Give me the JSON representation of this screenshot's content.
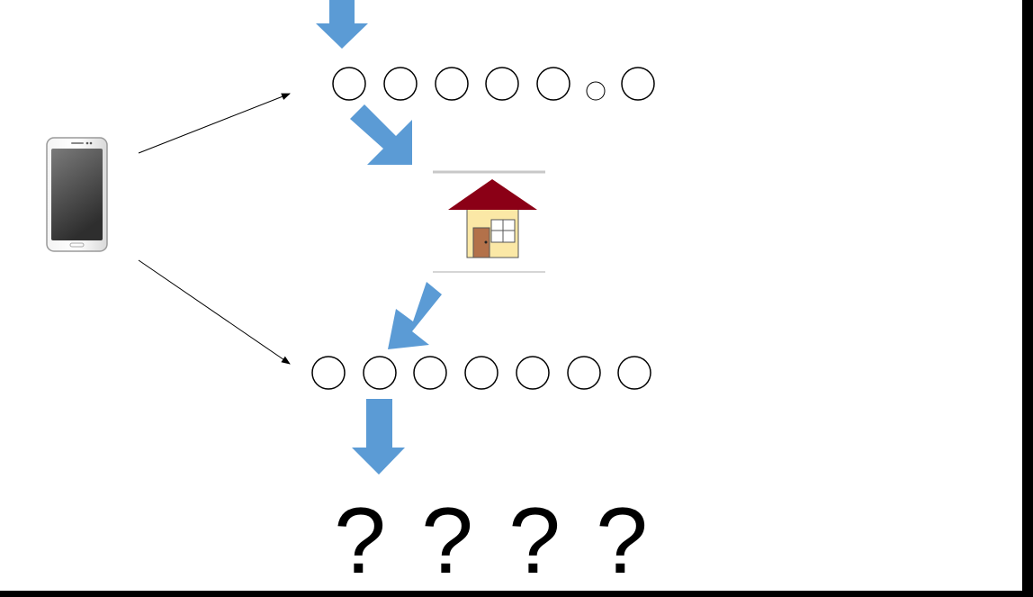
{
  "colors": {
    "background": "#ffffff",
    "frame": "#000000",
    "arrow_fill": "#5b9bd5",
    "circle_stroke": "#000000",
    "roof": "#8b0016",
    "house_wall": "#fbe8a6",
    "door": "#b3714a",
    "divider": "#c8c8c8"
  },
  "icons": {
    "device": "smartphone-icon",
    "destination": "house-icon"
  },
  "rows": {
    "top": {
      "circles": 7,
      "small_circle_index": 5
    },
    "bottom": {
      "circles": 7
    }
  },
  "question_marks": [
    "?",
    "?",
    "?",
    "?"
  ]
}
